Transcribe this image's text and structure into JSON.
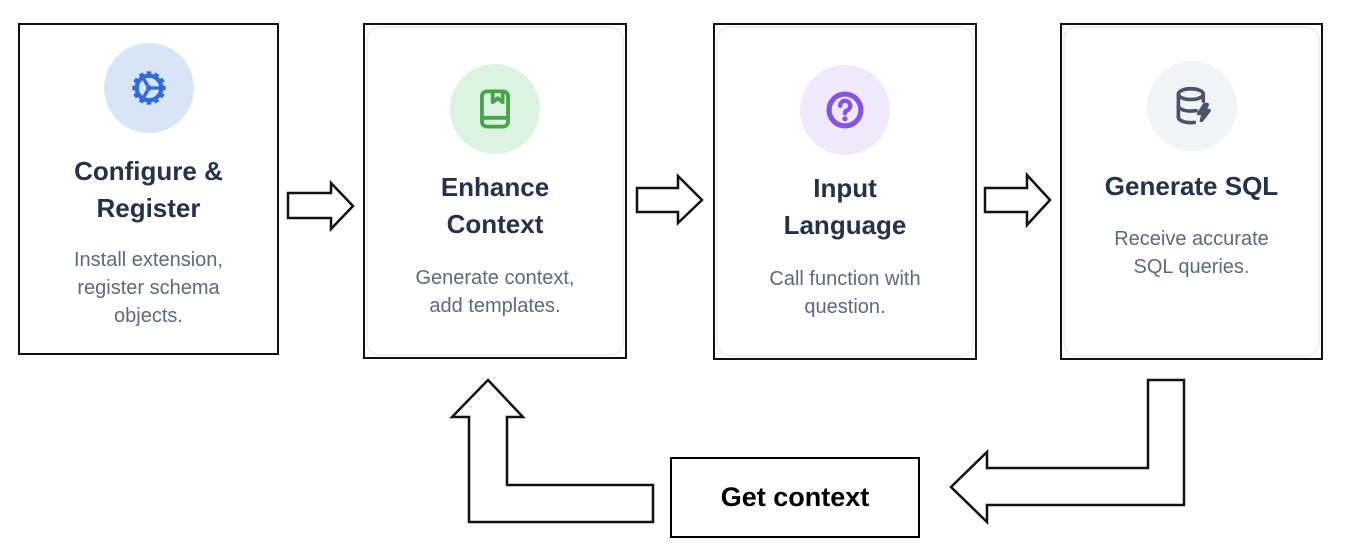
{
  "flow": {
    "steps": [
      {
        "title": "Configure & Register",
        "title_lines": [
          "Configure &",
          "Register"
        ],
        "description": "Install extension, register schema objects.",
        "description_lines": [
          "Install extension,",
          "register schema",
          "objects."
        ],
        "icon": "gear-icon",
        "icon_color": "#2f6be0",
        "icon_bg": "#d8e5f8"
      },
      {
        "title": "Enhance Context",
        "title_lines": [
          "Enhance",
          "Context"
        ],
        "description": "Generate context, add templates.",
        "description_lines": [
          "Generate context,",
          "add templates."
        ],
        "icon": "book-bookmark-icon",
        "icon_color": "#47a44b",
        "icon_bg": "#dcf3e2"
      },
      {
        "title": "Input Language",
        "title_lines": [
          "Input",
          "Language"
        ],
        "description": "Call function with question.",
        "description_lines": [
          "Call function with",
          "question."
        ],
        "icon": "question-circle-icon",
        "icon_color": "#8a53e8",
        "icon_bg": "#f0e9fc"
      },
      {
        "title": "Generate SQL",
        "title_lines": [
          "Generate SQL"
        ],
        "description": "Receive accurate SQL queries.",
        "description_lines": [
          "Receive accurate",
          "SQL queries."
        ],
        "icon": "database-bolt-icon",
        "icon_color": "#4a5568",
        "icon_bg": "#f1f4f7"
      }
    ],
    "loop_label": "Get context",
    "colors": {
      "card_border": "#111111",
      "title_text": "#24324a",
      "description_text": "#5d6a7d",
      "loop_box_border": "#000000",
      "background": "#ffffff"
    }
  }
}
